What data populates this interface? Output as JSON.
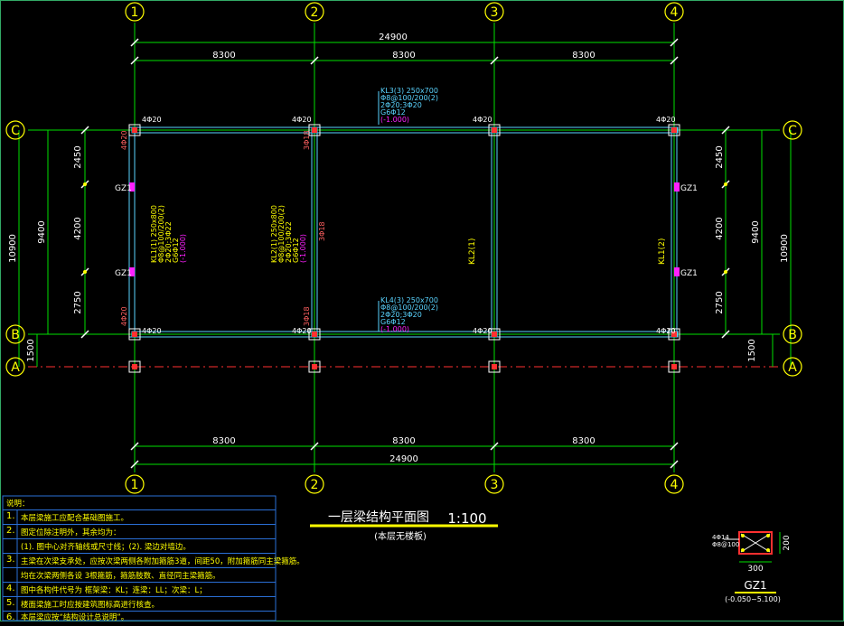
{
  "axes": {
    "columns": [
      "1",
      "2",
      "3",
      "4"
    ],
    "rows": [
      "C",
      "B",
      "A"
    ]
  },
  "dims": {
    "total": "24900",
    "span": "8300",
    "left_segments": [
      "2450",
      "4200",
      "2750"
    ],
    "left_inner_total": "9400",
    "left_outer_total": "10900",
    "left_bottom": "1500",
    "right_segments": [
      "2450",
      "4200",
      "2750"
    ],
    "right_inner_total": "9400",
    "right_outer_total": "10900",
    "right_bottom": "1500"
  },
  "rebar_labels": {
    "corner": "4Φ20",
    "mid_3": "3Φ18",
    "corner_side": "4Φ20"
  },
  "beams": {
    "kl3": [
      "KL3(3) 250x700",
      "Φ8@100/200(2)",
      "2Φ20;3Φ20",
      "G6Φ12",
      "(-1.000)"
    ],
    "kl4": [
      "KL4(3) 250x700",
      "Φ8@100/200(2)",
      "2Φ20;3Φ20",
      "G6Φ12",
      "(-1.000)"
    ],
    "kl1_left": [
      "KL1(1) 250x800",
      "Φ8@100/200(2)",
      "2Φ20;3Φ22",
      "G6Φ12",
      "(-1.000)"
    ],
    "kl2_mid": [
      "KL2(1) 250x800",
      "Φ8@100/200(2)",
      "2Φ20;3Φ22",
      "G6Φ12",
      "(-1.000)"
    ],
    "kl2_label": "KL2(1)",
    "kl1_label": "KL1(2)"
  },
  "columns_gz": {
    "label": "GZ1"
  },
  "title": {
    "main": "一层梁结构平面图",
    "scale": "1:100",
    "sub": "(本层无楼板)"
  },
  "notes": {
    "header": "说明：",
    "items": [
      {
        "n": "1.",
        "t": "本层梁施工应配合基础图施工。"
      },
      {
        "n": "2.",
        "t": "图定位除注明外，其余均为："
      },
      {
        "n": "",
        "t": "(1). 图中心对齐轴线或尺寸线；(2). 梁边对墙边。"
      },
      {
        "n": "3.",
        "t": "主梁在次梁支承处，应按次梁两侧各附加箍筋3道，间距50，附加箍筋同主梁箍筋。"
      },
      {
        "n": "",
        "t": "均在次梁两侧各设 3根箍筋，箍筋肢数、直径同主梁箍筋。"
      },
      {
        "n": "4.",
        "t": "图中各构件代号为 框架梁：KL；连梁：LL；次梁：L；"
      },
      {
        "n": "5.",
        "t": "楼面梁施工时应按建筑图标高进行核查。"
      },
      {
        "n": "6.",
        "t": "本层梁应按“结构设计总说明”。"
      }
    ]
  },
  "detail": {
    "rebar": "4Φ14",
    "stirrup": "Φ8@100",
    "width": "300",
    "height": "200",
    "name": "GZ1",
    "range": "(-0.050~5.100)"
  }
}
